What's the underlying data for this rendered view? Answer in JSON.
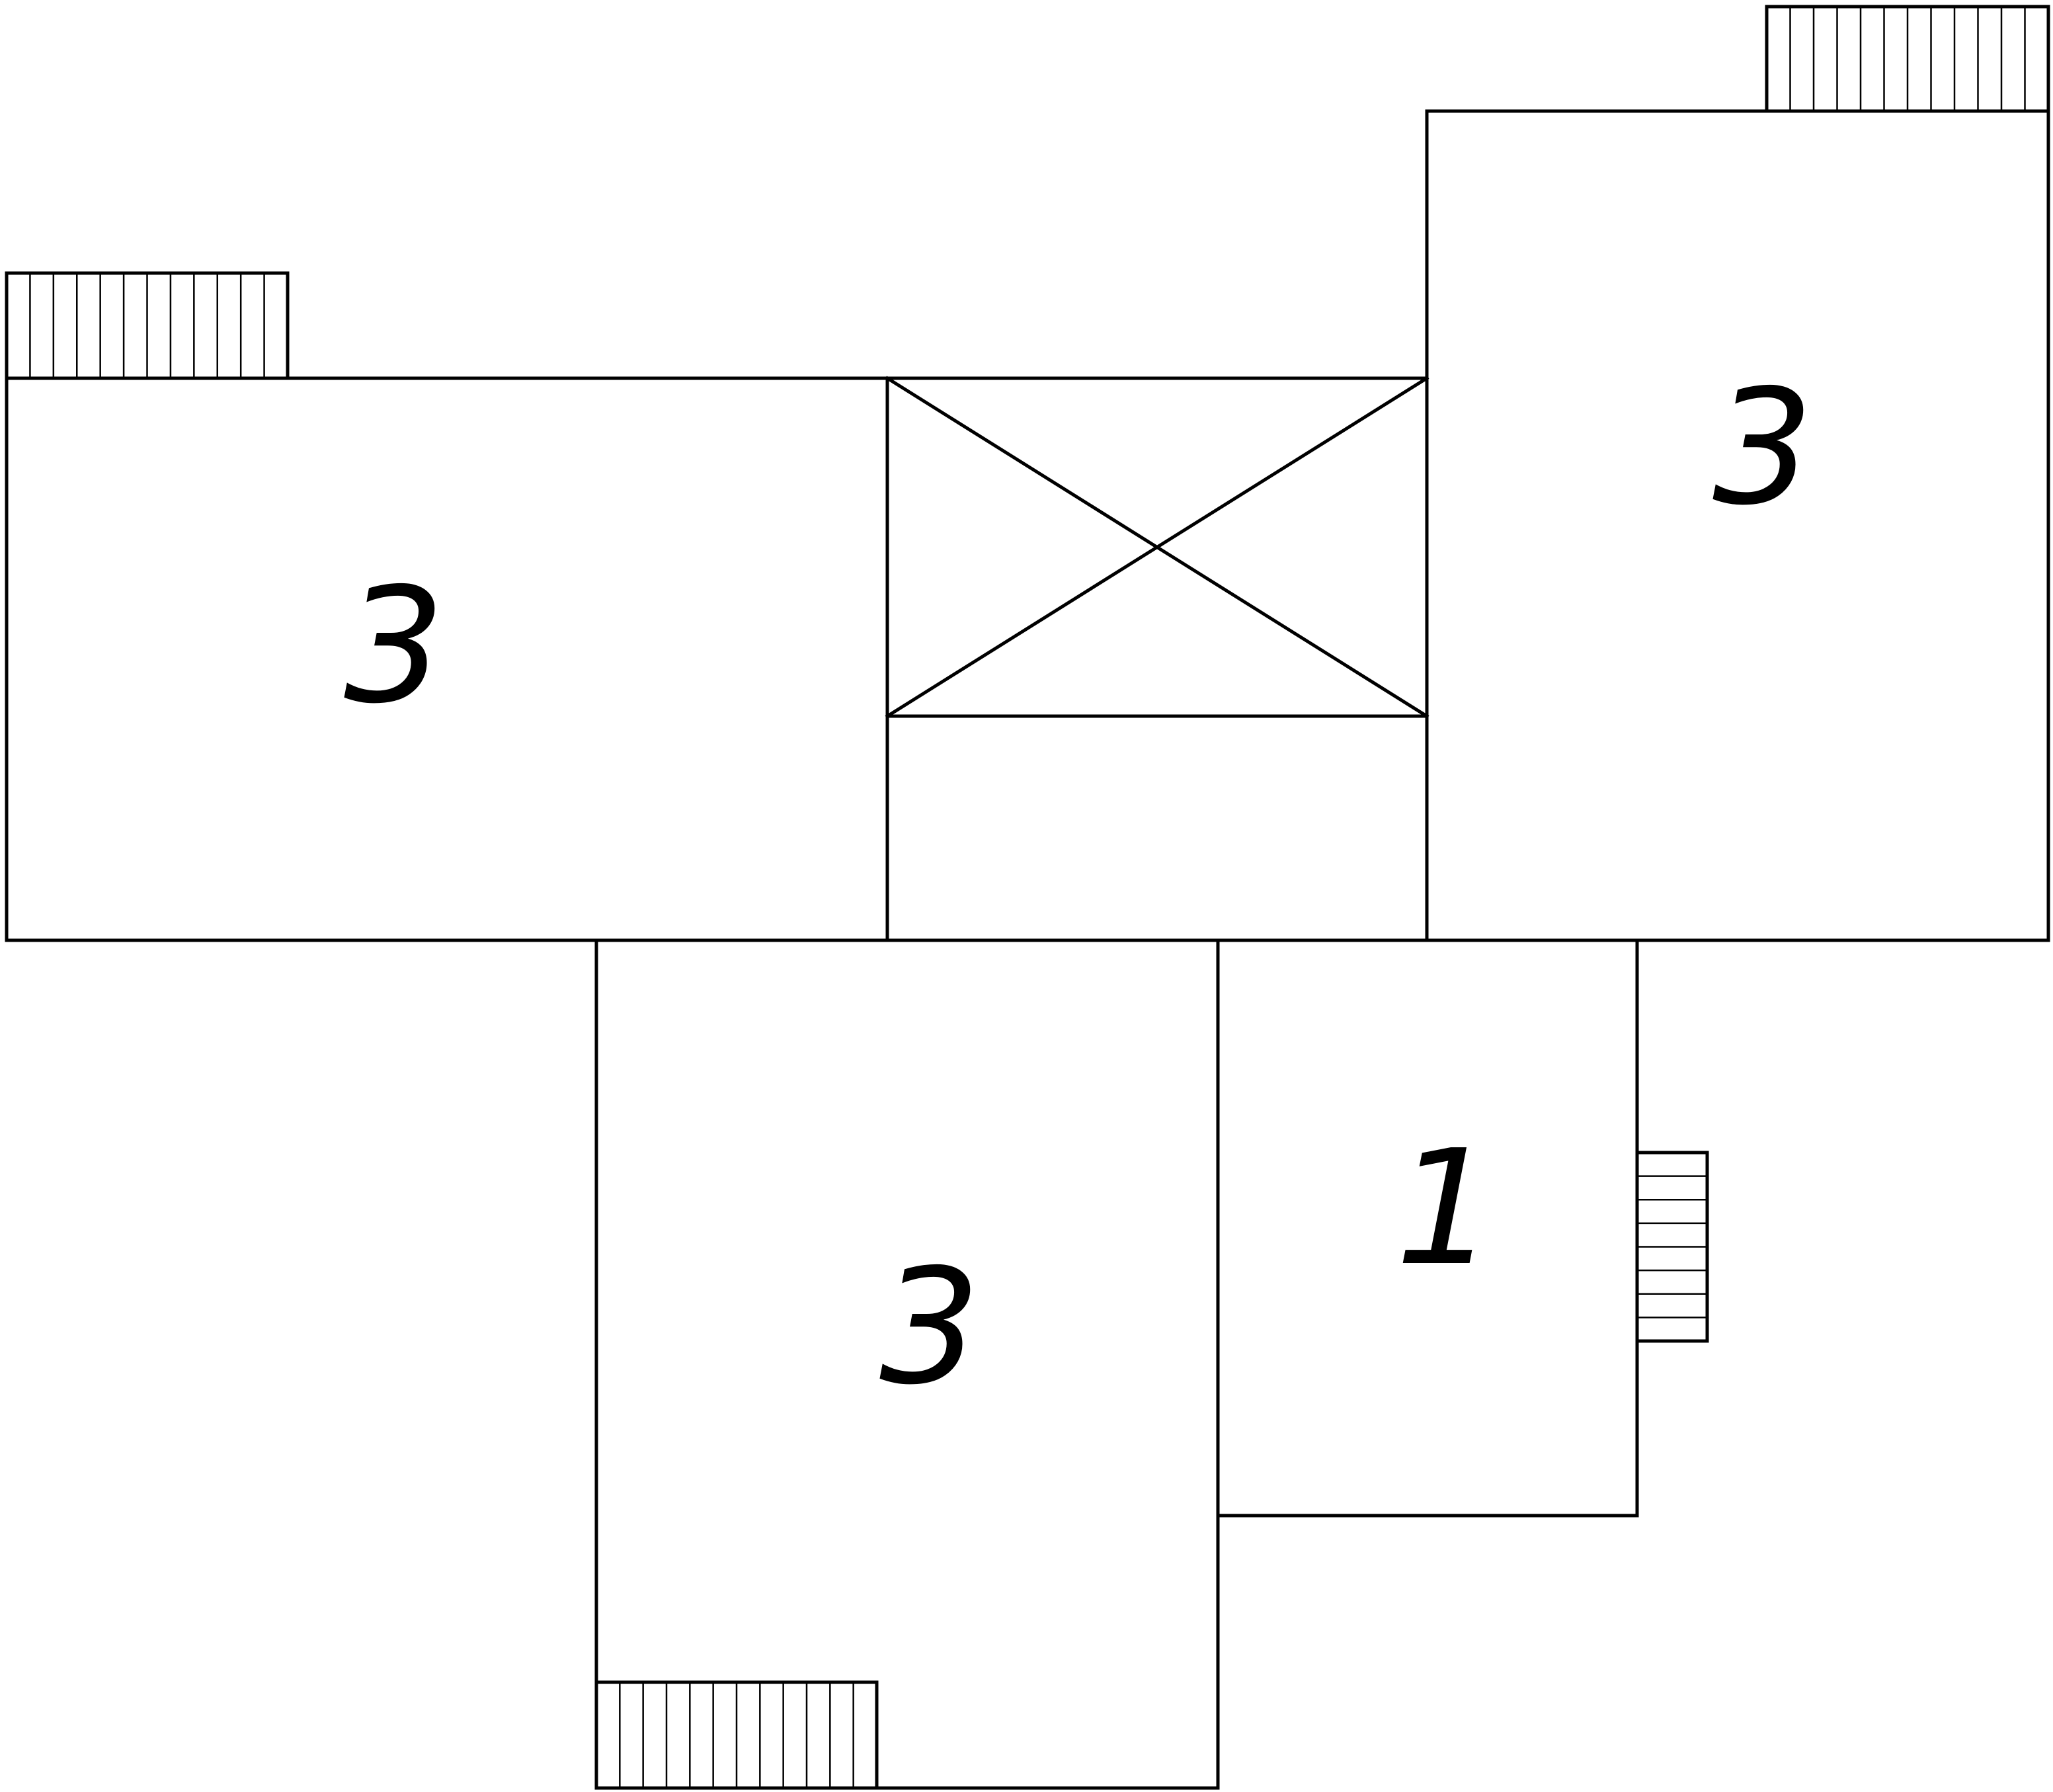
{
  "labels": {
    "block_left_top": "3",
    "block_right_top": "3",
    "block_bottom_middle": "3",
    "block_bottom_right": "1"
  },
  "colors": {
    "line": "#000000",
    "background": "#ffffff"
  }
}
